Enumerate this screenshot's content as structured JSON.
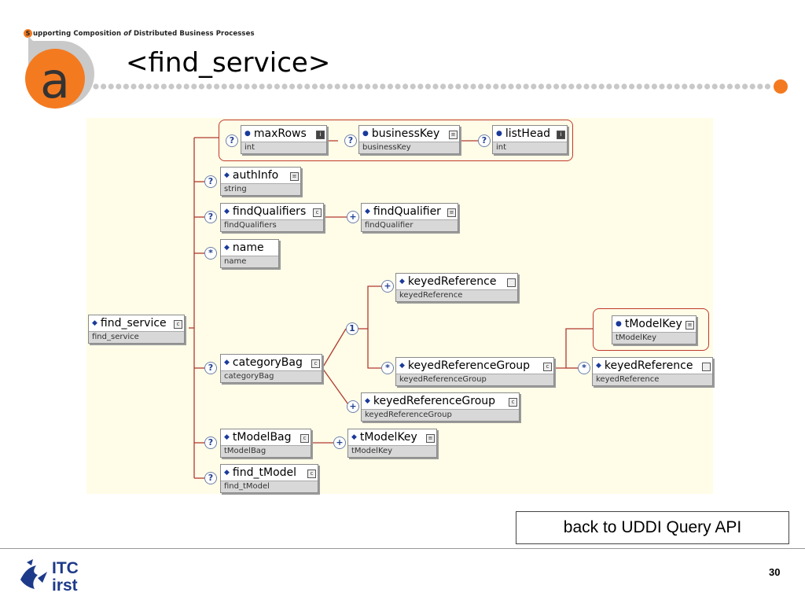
{
  "header": {
    "tagline_s": "S",
    "tagline_1": "upporting  Composition ",
    "tagline_of": "of",
    "tagline_2": "  Distributed  Business  Processes",
    "logo_letter": "a",
    "title": "<find_service>"
  },
  "diagram": {
    "root": {
      "name": "find_service",
      "type": "find_service"
    },
    "maxRows": {
      "name": "maxRows",
      "type": "int",
      "card": "?"
    },
    "businessKey": {
      "name": "businessKey",
      "type": "businessKey",
      "card": "?"
    },
    "listHead": {
      "name": "listHead",
      "type": "int",
      "card": "?"
    },
    "authInfo": {
      "name": "authInfo",
      "type": "string",
      "card": "?"
    },
    "findQualifiers": {
      "name": "findQualifiers",
      "type": "findQualifiers",
      "card": "?"
    },
    "findQualifier": {
      "name": "findQualifier",
      "type": "findQualifier",
      "card": "+"
    },
    "name": {
      "name": "name",
      "type": "name",
      "card": "*"
    },
    "categoryBag": {
      "name": "categoryBag",
      "type": "categoryBag",
      "card": "?"
    },
    "choice_card": "1",
    "keyedReference": {
      "name": "keyedReference",
      "type": "keyedReference",
      "card": "+"
    },
    "keyedReferenceGroup": {
      "name": "keyedReferenceGroup",
      "type": "keyedReferenceGroup",
      "card": "*"
    },
    "tModelKey_attr": {
      "name": "tModelKey",
      "type": "tModelKey"
    },
    "keyedReference2": {
      "name": "keyedReference",
      "type": "keyedReference",
      "card": "*"
    },
    "keyedReferenceGroup2": {
      "name": "keyedReferenceGroup",
      "type": "keyedReferenceGroup",
      "card": "+"
    },
    "tModelBag": {
      "name": "tModelBag",
      "type": "tModelBag",
      "card": "?"
    },
    "tModelKey": {
      "name": "tModelKey",
      "type": "tModelKey",
      "card": "+"
    },
    "find_tModel": {
      "name": "find_tModel",
      "type": "find_tModel",
      "card": "?"
    }
  },
  "footer": {
    "back_link": "back to UDDI Query API",
    "org_top": "ITC",
    "org_bottom": "irst",
    "page_number": "30"
  },
  "colors": {
    "accent": "#f47a20",
    "wire": "#b03a2e",
    "panel": "#fffde8"
  }
}
